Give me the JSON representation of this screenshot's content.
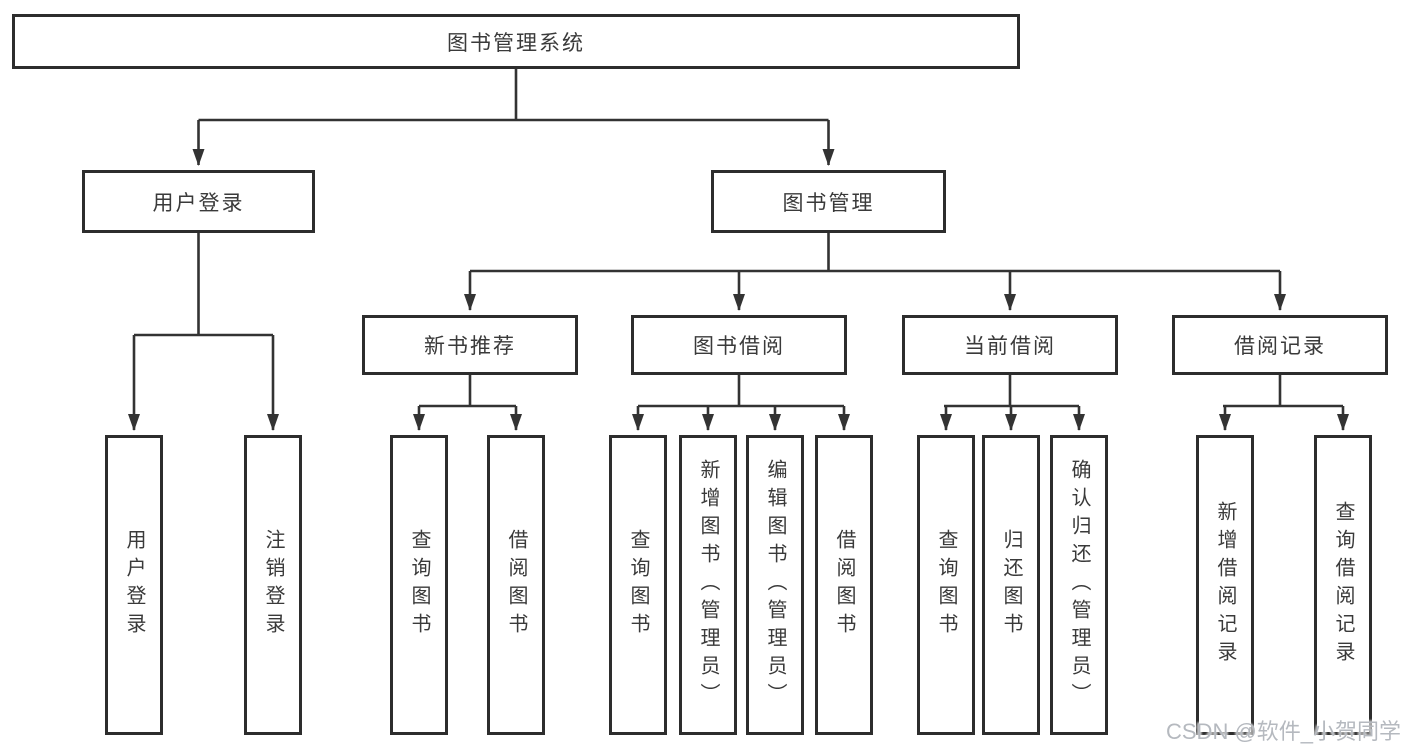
{
  "diagram": {
    "type": "tree",
    "nodes": {
      "root": "图书管理系统",
      "l2_user_login": "用户登录",
      "l2_book_mgmt": "图书管理",
      "l3_new_books": "新书推荐",
      "l3_book_borrow": "图书借阅",
      "l3_current_borrow": "当前借阅",
      "l3_borrow_records": "借阅记录",
      "leaf_user_login": "用户登录",
      "leaf_logout": "注销登录",
      "leaf_nb_query": "查询图书",
      "leaf_nb_borrow": "借阅图书",
      "leaf_bb_query": "查询图书",
      "leaf_bb_add": "新增图书（管理员）",
      "leaf_bb_edit": "编辑图书（管理员）",
      "leaf_bb_borrow": "借阅图书",
      "leaf_cb_query": "查询图书",
      "leaf_cb_return": "归还图书",
      "leaf_cb_confirm": "确认归还（管理员）",
      "leaf_br_add": "新增借阅记录",
      "leaf_br_query": "查询借阅记录"
    },
    "edges": [
      {
        "parent": "root",
        "children": [
          "l2_user_login",
          "l2_book_mgmt"
        ]
      },
      {
        "parent": "l2_user_login",
        "children": [
          "leaf_user_login",
          "leaf_logout"
        ]
      },
      {
        "parent": "l2_book_mgmt",
        "children": [
          "l3_new_books",
          "l3_book_borrow",
          "l3_current_borrow",
          "l3_borrow_records"
        ]
      },
      {
        "parent": "l3_new_books",
        "children": [
          "leaf_nb_query",
          "leaf_nb_borrow"
        ]
      },
      {
        "parent": "l3_book_borrow",
        "children": [
          "leaf_bb_query",
          "leaf_bb_add",
          "leaf_bb_edit",
          "leaf_bb_borrow"
        ]
      },
      {
        "parent": "l3_current_borrow",
        "children": [
          "leaf_cb_query",
          "leaf_cb_return",
          "leaf_cb_confirm"
        ]
      },
      {
        "parent": "l3_borrow_records",
        "children": [
          "leaf_br_add",
          "leaf_br_query"
        ]
      }
    ]
  },
  "watermark": {
    "text": "CSDN @软件_小贺同学"
  },
  "colors": {
    "background": "#ffffff",
    "line": "#333333",
    "border": "#2d2d2d",
    "text": "#3a3a3a",
    "watermark": "#b5b9bf"
  }
}
